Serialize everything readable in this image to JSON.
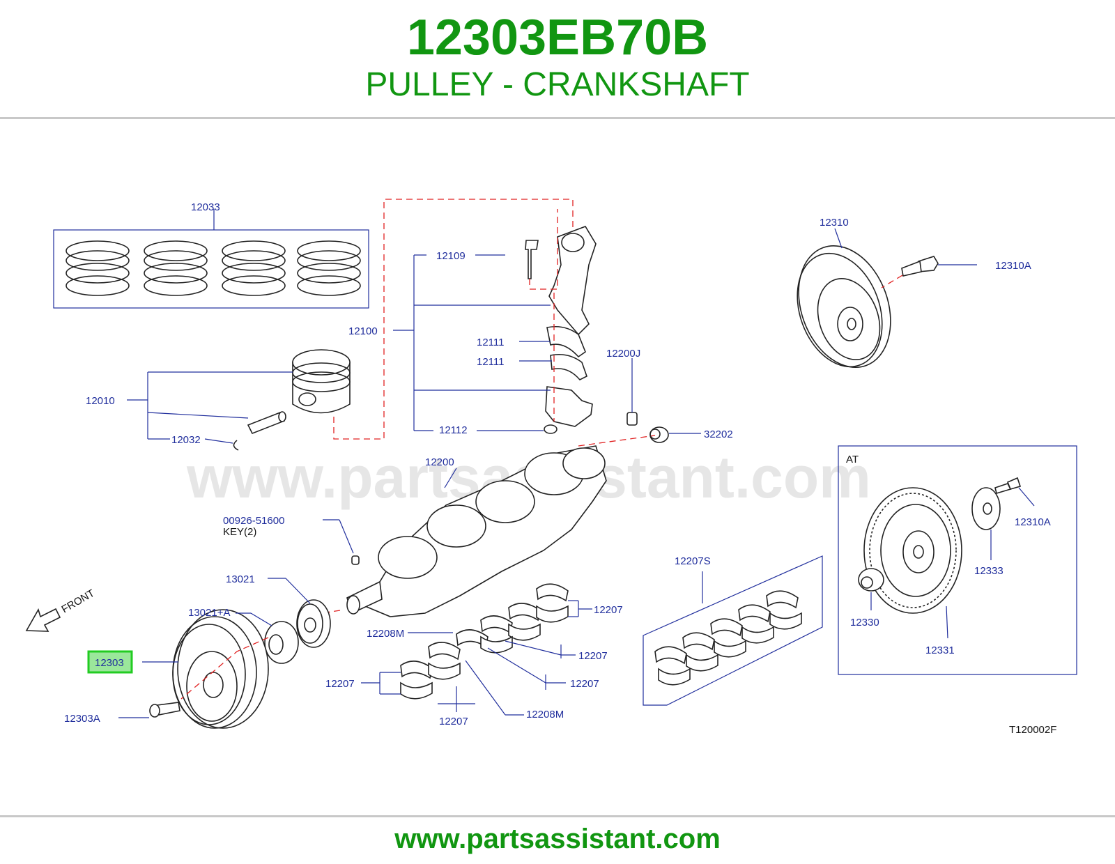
{
  "header": {
    "part_number": "12303EB70B",
    "part_name": "PULLEY - CRANKSHAFT"
  },
  "footer": {
    "url": "www.partsassistant.com"
  },
  "watermark": "www.partsassistant.com",
  "colors": {
    "brand_green": "#119611",
    "label_blue": "#1f2d9c",
    "highlight_green": "#22cc22",
    "highlight_fill": "#9be79b",
    "dashed_red": "#e02020"
  },
  "diagram": {
    "code": "T120002F",
    "front_label": "FRONT",
    "at_box_label": "AT",
    "key_note": "KEY(2)",
    "highlighted_part": "12303",
    "callouts": {
      "c12033": "12033",
      "c12010": "12010",
      "c12032": "12032",
      "c12109": "12109",
      "c12100": "12100",
      "c12111a": "12111",
      "c12111b": "12111",
      "c12112": "12112",
      "c12200J": "12200J",
      "c32202": "32202",
      "c12200": "12200",
      "c00926": "00926-51600",
      "c13021": "13021",
      "c13021A": "13021+A",
      "c12303": "12303",
      "c12303A": "12303A",
      "c12207a": "12207",
      "c12207b": "12207",
      "c12207c": "12207",
      "c12207d": "12207",
      "c12207e": "12207",
      "c12208Ma": "12208M",
      "c12208Mb": "12208M",
      "c12207S": "12207S",
      "c12310": "12310",
      "c12310A": "12310A",
      "c12310A_at": "12310A",
      "c12333": "12333",
      "c12330": "12330",
      "c12331": "12331"
    }
  }
}
